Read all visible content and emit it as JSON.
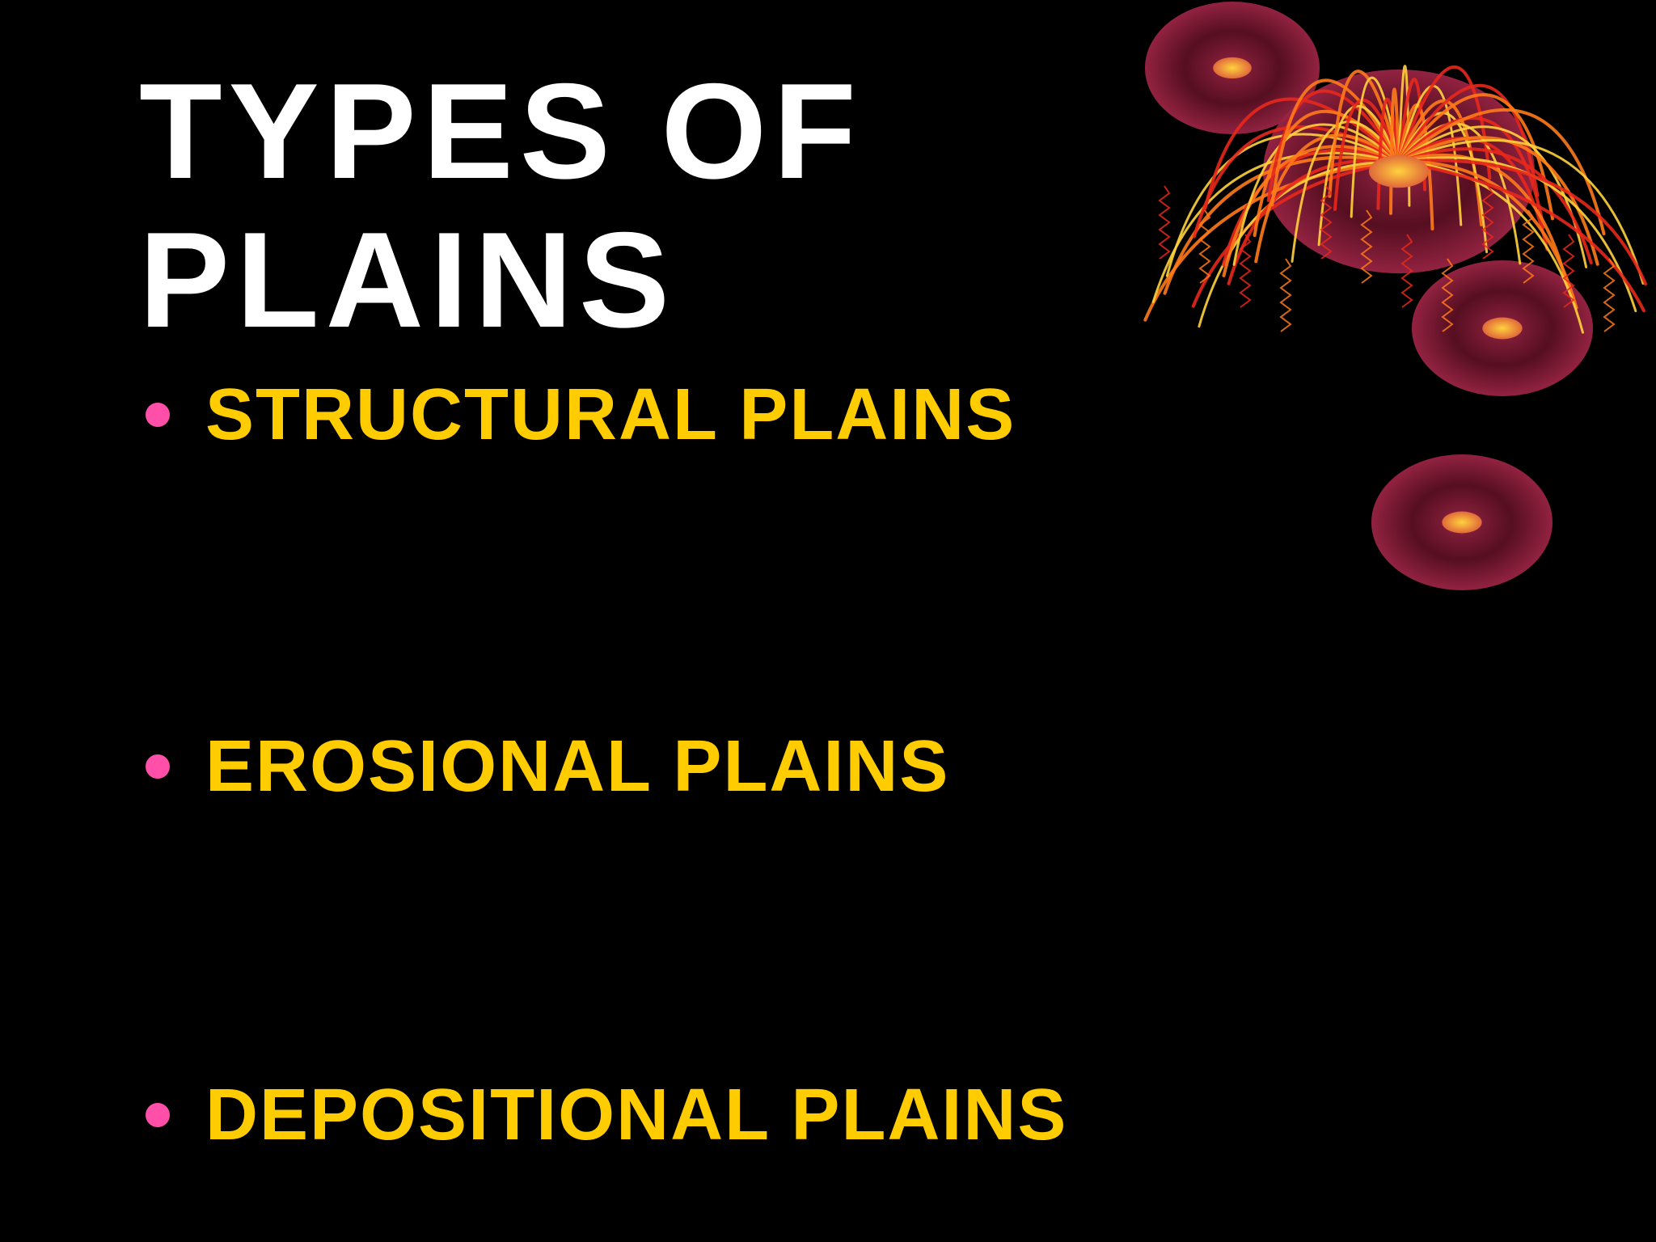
{
  "slide": {
    "title_lines": [
      "TYPES OF",
      "PLAINS"
    ],
    "bullets": [
      {
        "label": "STRUCTURAL PLAINS"
      },
      {
        "label": "EROSIONAL PLAINS"
      },
      {
        "label": "DEPOSITIONAL PLAINS"
      }
    ]
  },
  "colors": {
    "background": "#000000",
    "title": "#ffffff",
    "bullet_text": "#ffcc00",
    "bullet_dot": "#ff4fa8",
    "orb_dark": "#5a0f22",
    "orb_mid": "#9a2444",
    "orb_core": "#e0683a",
    "firework_red": "#e8281c",
    "firework_orange": "#ff7a1a",
    "firework_yellow": "#ffd23c"
  },
  "icons": {
    "bullet": "bullet-dot-icon",
    "decoration": "firework-orbs-icon"
  }
}
